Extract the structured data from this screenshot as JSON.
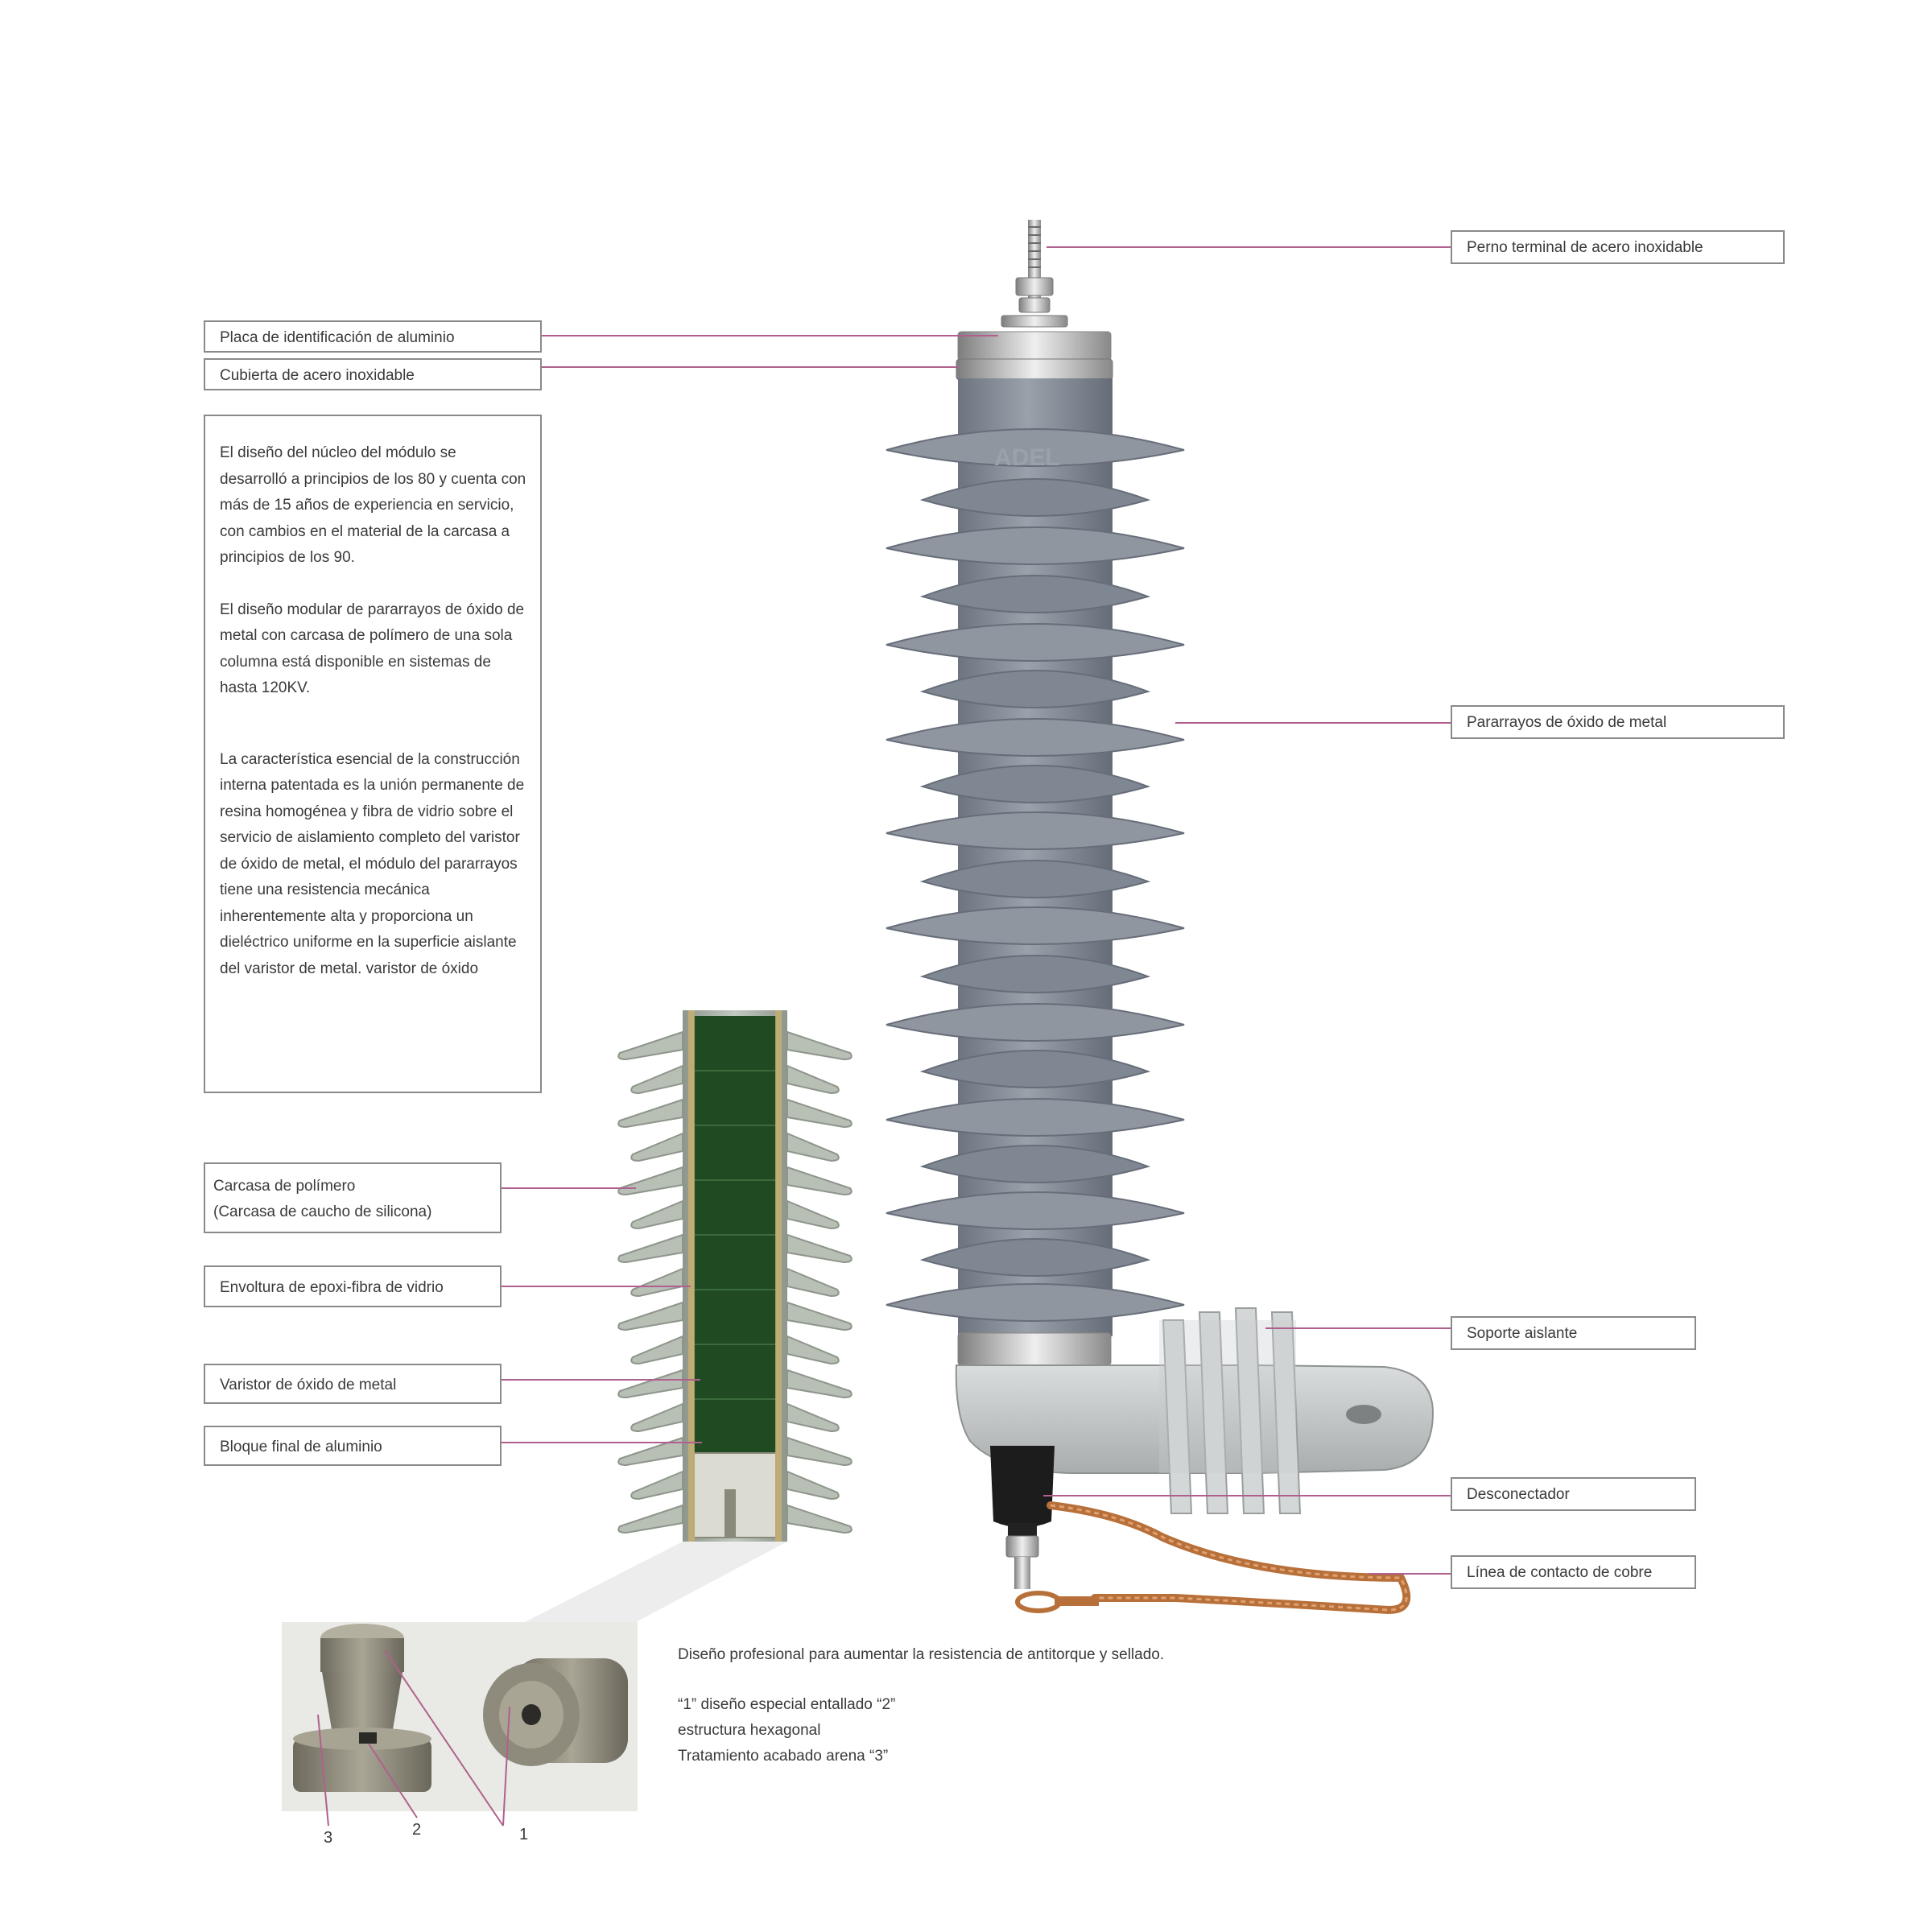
{
  "arrester_brand": "ADEL",
  "labels": {
    "stud": "Perno terminal de acero inoxidable",
    "nameplate": "Placa de identificación de aluminio",
    "cover": "Cubierta de acero inoxidable",
    "arrester": "Pararrayos de óxido de metal",
    "polymer_housing_line1": "Carcasa de polímero",
    "polymer_housing_line2": "(Carcasa de caucho de silicona)",
    "epoxy_wrap": "Envoltura de epoxi-fibra de vidrio",
    "varistor": "Varistor de óxido de metal",
    "end_block": "Bloque final de aluminio",
    "bracket": "Soporte aislante",
    "disconnector": "Desconectador",
    "copper_lead": "Línea de contacto de cobre"
  },
  "description": {
    "p1": "El diseño del núcleo del módulo se desarrolló a principios de los 80 y cuenta con más de 15 años de experiencia en servicio, con cambios en el material de la carcasa a principios de los 90.",
    "p2": "El diseño modular de pararrayos de óxido de metal con carcasa de polímero de una sola columna está disponible en sistemas de hasta 120KV.",
    "p3": "La característica esencial de la construcción interna patentada es la unión permanente de resina homogénea y fibra de vidrio sobre el servicio de aislamiento completo del varistor de óxido de metal, el módulo del pararrayos tiene una resistencia mecánica inherentemente alta y proporciona un dieléctrico uniforme en la superficie aislante del varistor de metal. varistor de óxido"
  },
  "detail": {
    "line1": "Diseño profesional para aumentar la resistencia de antitorque y sellado.",
    "line2": "“1” diseño especial entallado “2”",
    "line3": "estructura hexagonal",
    "line4": "Tratamiento acabado arena “3”"
  },
  "callout_numbers": {
    "n1": "1",
    "n2": "2",
    "n3": "3"
  },
  "colors": {
    "leader": "#b0608e",
    "box_border": "#8a8a8a",
    "housing": "#7f8793",
    "shed": "#8c939d",
    "section_housing": "#a9b1a7",
    "varistor_green": "#1f4a22",
    "bracket": "#c9cccd",
    "copper": "#b8703a",
    "disconnector": "#1c1c1c"
  }
}
